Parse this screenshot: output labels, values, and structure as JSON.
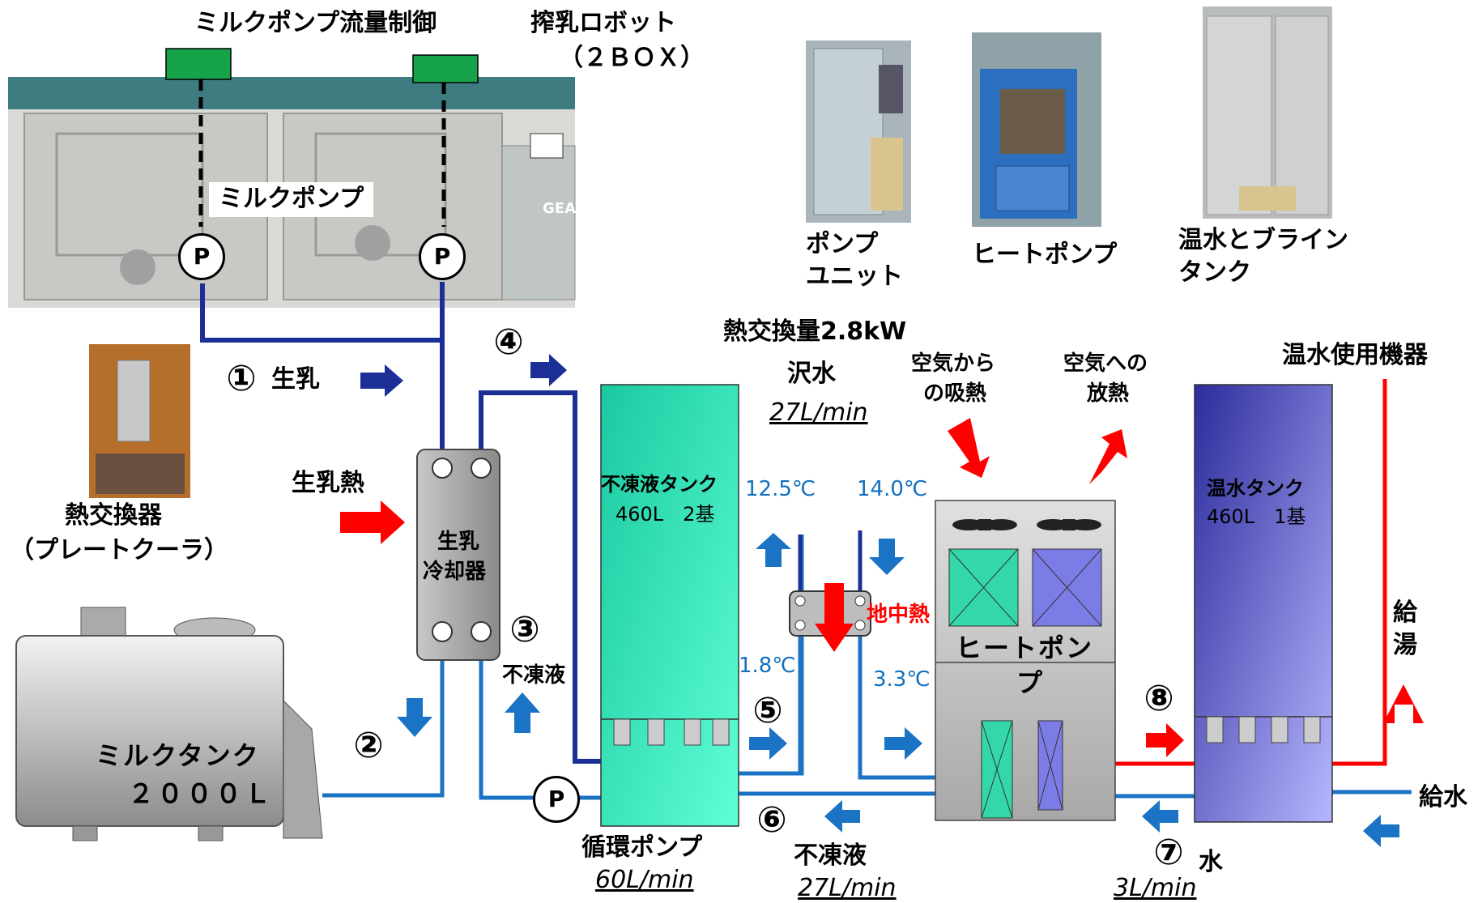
{
  "labels": {
    "milk_pump_flow_control": "ミルクポンプ流量制御",
    "milking_robot": "搾乳ロボット",
    "milking_robot_box": "（２ＢＯＸ）",
    "milk_pump": "ミルクポンプ",
    "robot_brand": "GEA",
    "pump_unit_1": "ポンプ",
    "pump_unit_2": "ユニット",
    "heat_pump_photo": "ヒートポンプ",
    "hot_water_brine_tank_1": "温水とブライン",
    "hot_water_brine_tank_2": "タンク",
    "heat_exchanger_1": "熱交換器",
    "heat_exchanger_2": "（プレートクーラ）",
    "raw_milk": "生乳",
    "raw_milk_heat": "生乳熱",
    "raw_milk_cooler_1": "生乳",
    "raw_milk_cooler_2": "冷却器",
    "milk_tank_1": "ミルクタンク",
    "milk_tank_2": "２０００Ｌ",
    "antifreeze": "不凍液",
    "antifreeze_2": "不凍液",
    "antifreeze_tank_1": "不凍液タンク",
    "antifreeze_tank_2": "460L　2基",
    "circulation_pump": "循環ポンプ",
    "circulation_flow": "60L/min",
    "heat_exchange_amount": "熱交換量2.8kW",
    "stream_water": "沢水",
    "stream_flow": "27L/min",
    "temp_in": "12.5℃",
    "temp_out": "14.0℃",
    "temp_low1": "1.8℃",
    "temp_low2": "3.3℃",
    "geothermal": "地中熱",
    "air_absorb_1": "空気から",
    "air_absorb_2": "の吸熱",
    "air_release_1": "空気への",
    "air_release_2": "放熱",
    "heat_pump_1": "ヒートポン",
    "heat_pump_2": "プ",
    "antifreeze_flow": "27L/min",
    "hot_water_equipment": "温水使用機器",
    "hot_water_tank_1": "温水タンク",
    "hot_water_tank_2": "460L　1基",
    "hot_water_supply_1": "給",
    "hot_water_supply_2": "湯",
    "water_supply": "給水",
    "water": "水",
    "water_flow": "3L/min",
    "pump_symbol": "P"
  },
  "markers": [
    "①",
    "②",
    "③",
    "④",
    "⑤",
    "⑥",
    "⑦",
    "⑧"
  ],
  "colors": {
    "milk_line": "#1c2f96",
    "brine_line": "#1a73c4",
    "hot_line": "#ff0000",
    "antifreeze_tank": "#30e8b8",
    "hot_water_tank": "#6464e0",
    "control_box": "#16a34a"
  }
}
